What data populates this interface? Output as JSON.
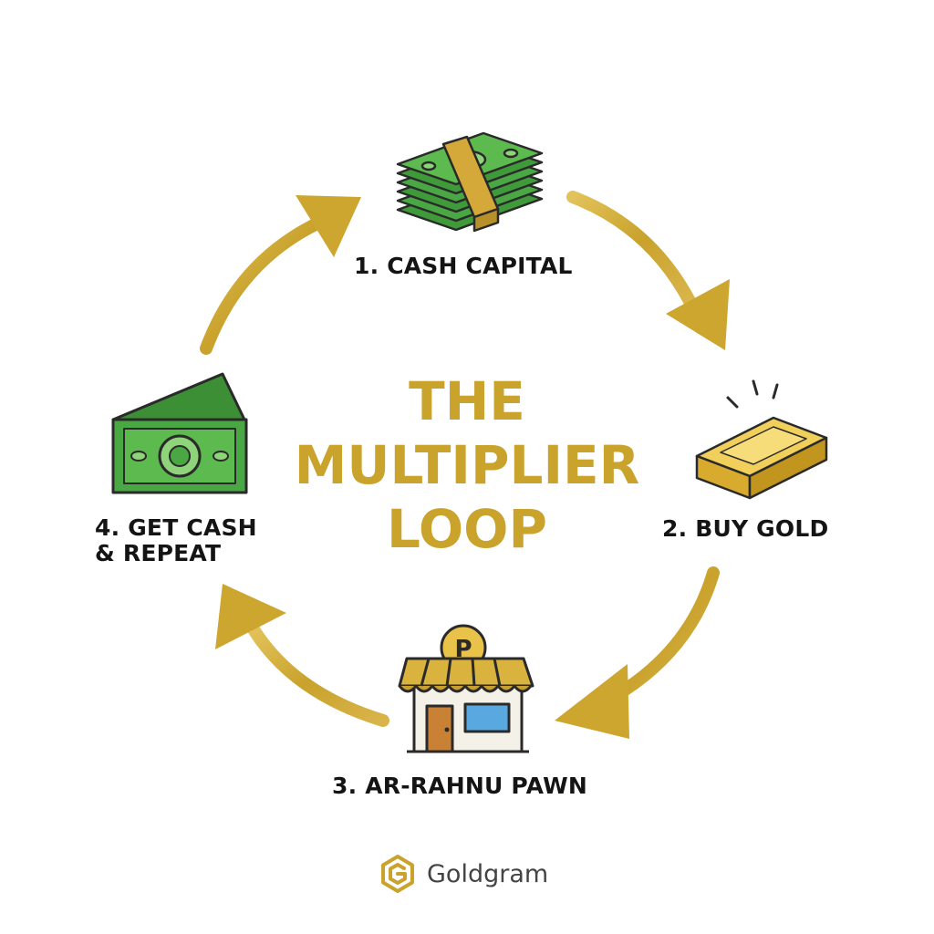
{
  "diagram": {
    "title_lines": [
      "THE",
      "MULTIPLIER",
      "LOOP"
    ],
    "steps": [
      {
        "label": "1. CASH CAPITAL",
        "icon": "cash-stack-icon"
      },
      {
        "label": "2. BUY GOLD",
        "icon": "gold-bar-icon"
      },
      {
        "label": "3. AR-RAHNU PAWN",
        "icon": "pawn-shop-icon"
      },
      {
        "label_lines": [
          "4. GET CASH",
          "& REPEAT"
        ],
        "icon": "banknote-icon"
      }
    ],
    "colors": {
      "gold": "#c9a32c",
      "cash_green": "#3f9a3a",
      "text": "#141414"
    }
  },
  "brand": {
    "name": "Goldgram",
    "icon": "goldgram-logo-icon"
  }
}
